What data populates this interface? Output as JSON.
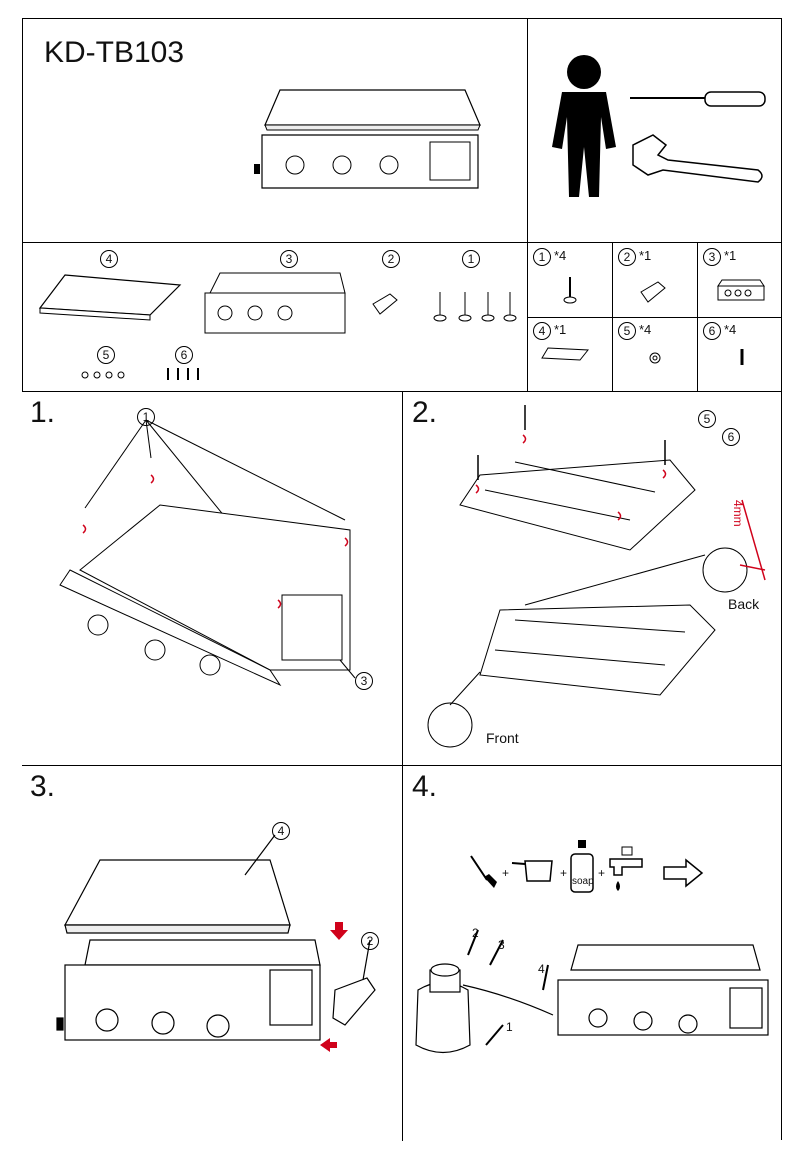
{
  "header": {
    "model": "KD-TB103"
  },
  "parts_overview": {
    "labels": [
      "4",
      "3",
      "2",
      "1",
      "5",
      "6"
    ]
  },
  "parts_table": [
    {
      "num": "1",
      "qty": "*4"
    },
    {
      "num": "2",
      "qty": "*1"
    },
    {
      "num": "3",
      "qty": "*1"
    },
    {
      "num": "4",
      "qty": "*1"
    },
    {
      "num": "5",
      "qty": "*4"
    },
    {
      "num": "6",
      "qty": "*4"
    }
  ],
  "steps": {
    "s1": {
      "label": "1.",
      "callouts": [
        "1",
        "3"
      ]
    },
    "s2": {
      "label": "2.",
      "callouts": [
        "5",
        "6"
      ],
      "measure": "4mm",
      "back": "Back",
      "front": "Front"
    },
    "s3": {
      "label": "3.",
      "callouts": [
        "4",
        "2"
      ]
    },
    "s4": {
      "label": "4.",
      "soap": "soap",
      "callouts": [
        "2",
        "3",
        "4",
        "1"
      ],
      "plus": "+"
    }
  },
  "colors": {
    "line": "#000000",
    "accent_red": "#d0021b"
  }
}
